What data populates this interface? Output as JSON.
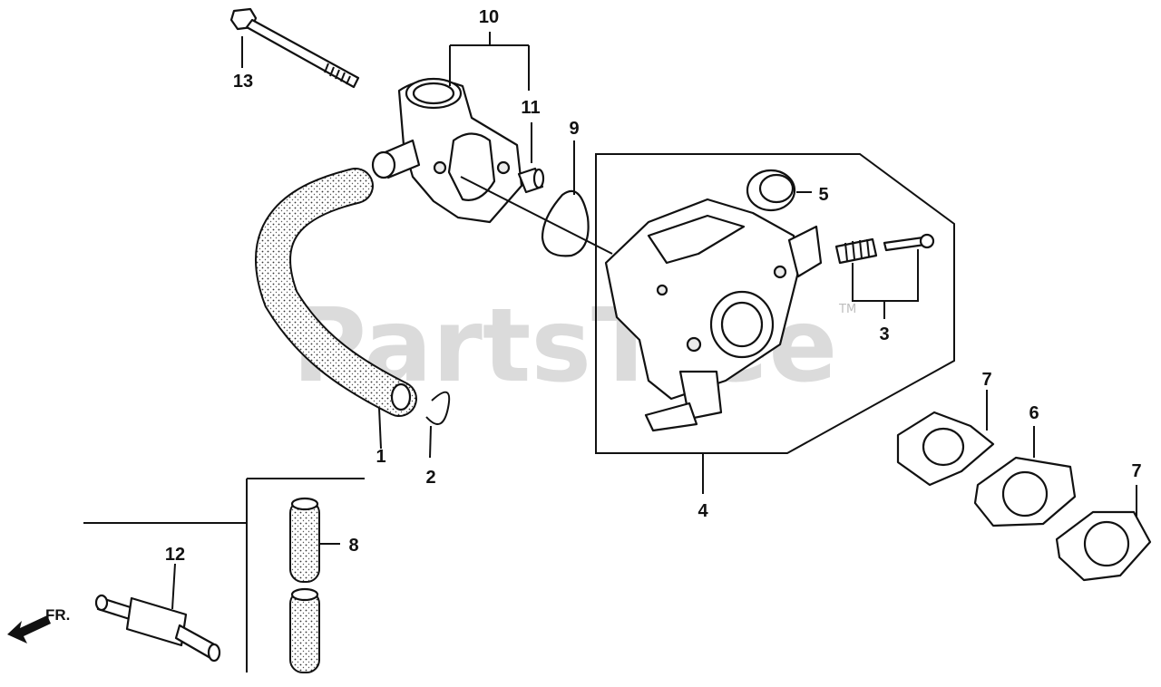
{
  "watermark": {
    "text": "PartsTree",
    "trademark": "TM"
  },
  "direction_marker": {
    "label": "FR."
  },
  "callouts": [
    {
      "id": "c1",
      "number": "1"
    },
    {
      "id": "c2",
      "number": "2"
    },
    {
      "id": "c3",
      "number": "3"
    },
    {
      "id": "c4",
      "number": "4"
    },
    {
      "id": "c5",
      "number": "5"
    },
    {
      "id": "c6",
      "number": "6"
    },
    {
      "id": "c7a",
      "number": "7"
    },
    {
      "id": "c7b",
      "number": "7"
    },
    {
      "id": "c8",
      "number": "8"
    },
    {
      "id": "c9",
      "number": "9"
    },
    {
      "id": "c10",
      "number": "10"
    },
    {
      "id": "c11",
      "number": "11"
    },
    {
      "id": "c12",
      "number": "12"
    },
    {
      "id": "c13",
      "number": "13"
    }
  ]
}
